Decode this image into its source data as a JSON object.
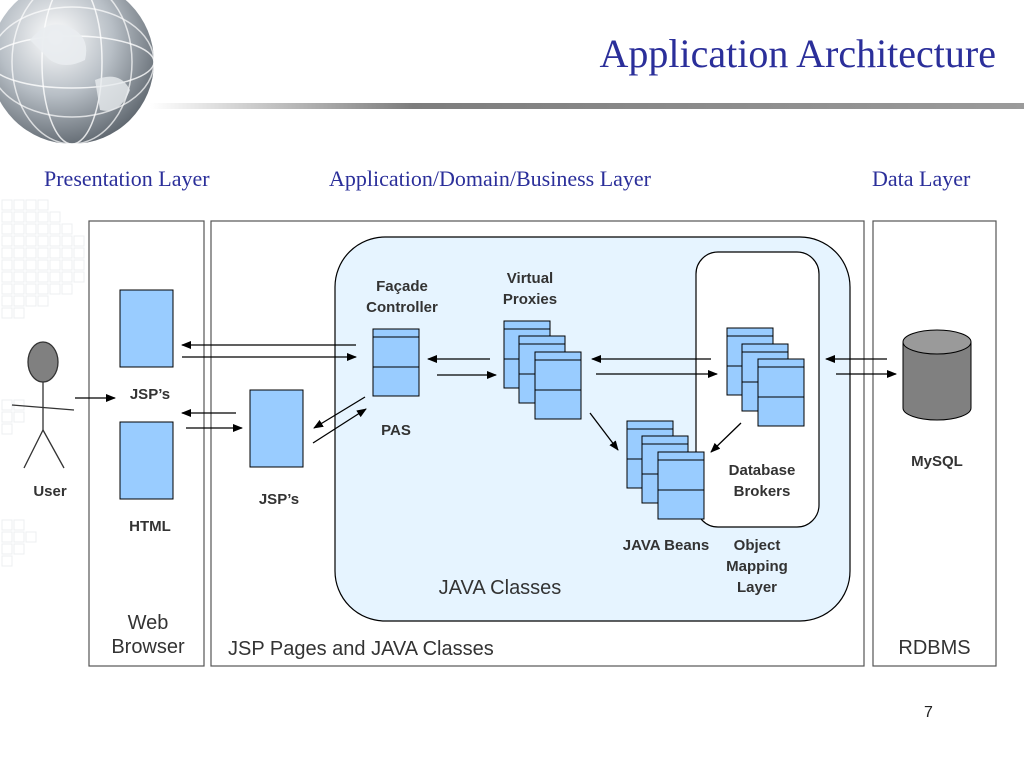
{
  "slide": {
    "title": "Application Architecture",
    "page_number": "7"
  },
  "layers": {
    "presentation": "Presentation Layer",
    "application": "Application/Domain/Business Layer",
    "data": "Data Layer"
  },
  "labels": {
    "user": "User",
    "browser_jsps": "JSP’s",
    "html": "HTML",
    "web_browser_line1": "Web",
    "web_browser_line2": "Browser",
    "jsp_pages_and_java_classes": "JSP Pages and JAVA Classes",
    "server_jsps": "JSP’s",
    "facade_line1": "Façade",
    "facade_line2": "Controller",
    "pas": "PAS",
    "virtual_line1": "Virtual",
    "virtual_line2": "Proxies",
    "java_beans": "JAVA Beans",
    "db_brokers_line1": "Database",
    "db_brokers_line2": "Brokers",
    "oml_line1": "Object",
    "oml_line2": "Mapping",
    "oml_line3": "Layer",
    "java_classes": "JAVA Classes",
    "mysql": "MySQL",
    "rdbms": "RDBMS"
  },
  "colors": {
    "title": "#2b2f9a",
    "component_fill": "#99ccff",
    "java_classes_fill": "#e6f4ff",
    "database_fill": "#808080",
    "line": "#000000"
  }
}
